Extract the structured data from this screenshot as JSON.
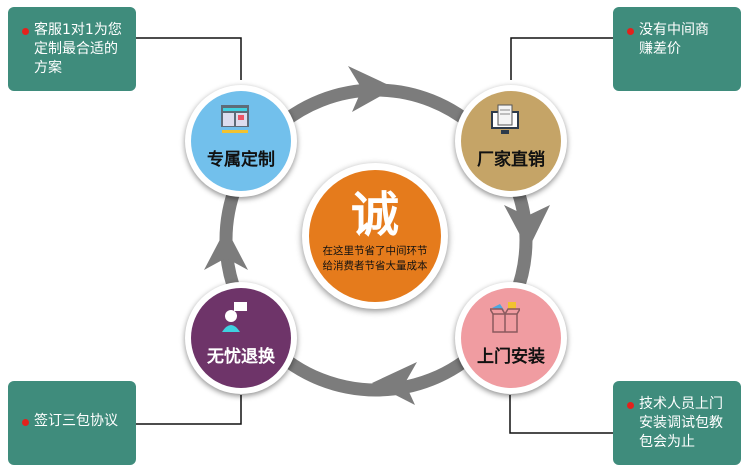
{
  "center": {
    "title": "诚",
    "line1": "在这里节省了中间环节",
    "line2": "给消费者节省大量成本"
  },
  "nodes": [
    {
      "label": "专属定制",
      "color": "#72c0ec",
      "icon": "book-video-icon"
    },
    {
      "label": "厂家直销",
      "color": "#c5a467",
      "icon": "monitor-document-icon"
    },
    {
      "label": "上门安装",
      "color": "#f09ca1",
      "icon": "open-box-icon"
    },
    {
      "label": "无忧退换",
      "color": "#6e3469",
      "icon": "support-agent-icon"
    }
  ],
  "notes": [
    {
      "text": "客服1对1为您定制最合适的方案"
    },
    {
      "text": "没有中间商赚差价"
    },
    {
      "text": "签订三包协议"
    },
    {
      "text": "技术人员上门安装调试包教包会为止"
    }
  ],
  "colors": {
    "note_bg": "#3f8c7c",
    "bullet": "#e3211c",
    "ring": "#7c7c7c"
  }
}
